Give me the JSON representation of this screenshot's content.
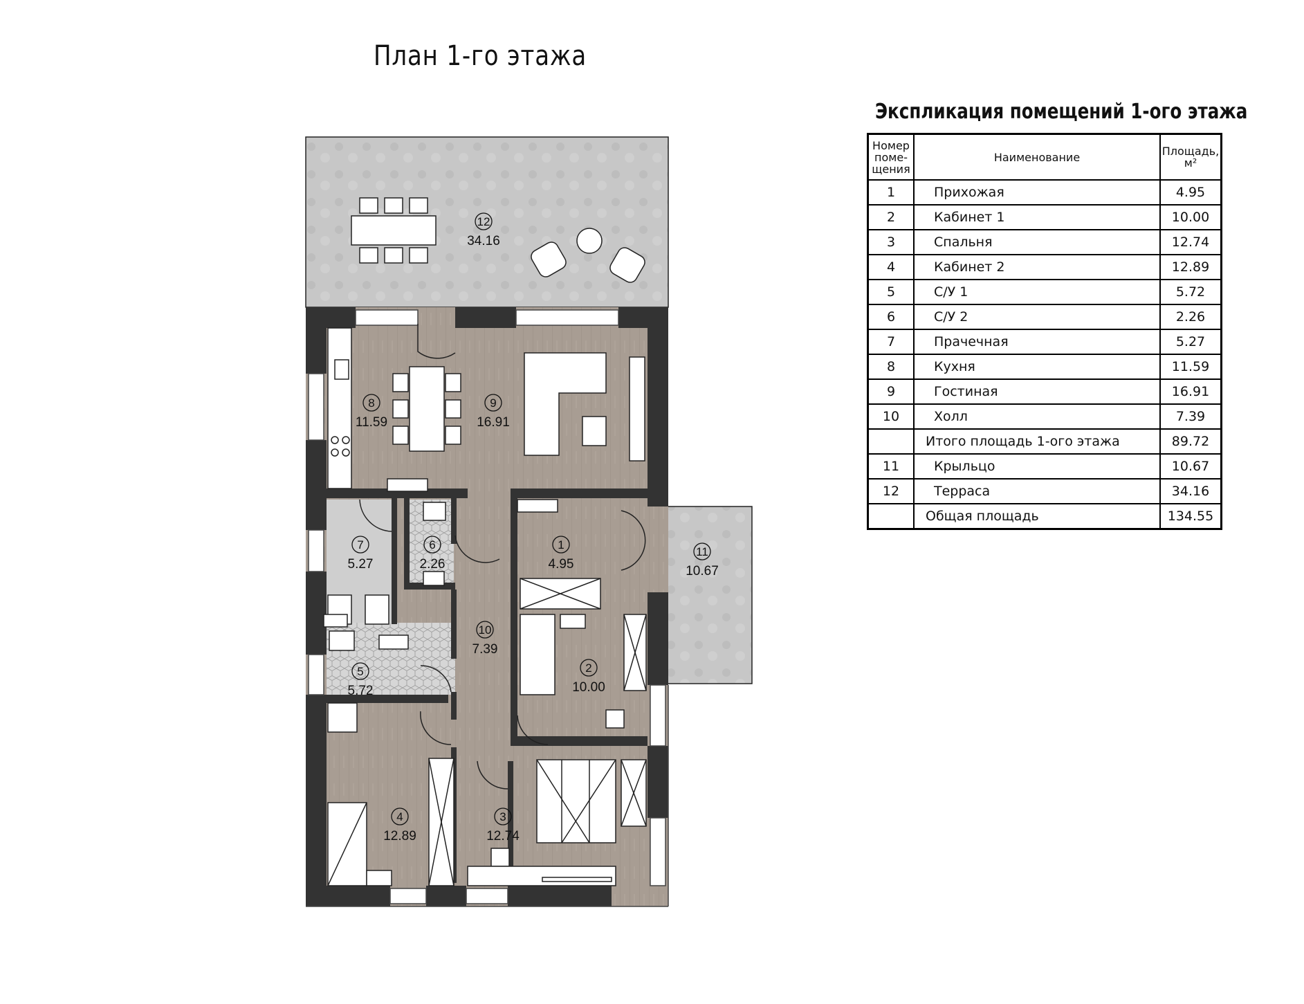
{
  "plan": {
    "title": "План 1-го этажа",
    "rooms": [
      {
        "num": "12",
        "area": "34.16"
      },
      {
        "num": "8",
        "area": "11.59"
      },
      {
        "num": "9",
        "area": "16.91"
      },
      {
        "num": "7",
        "area": "5.27"
      },
      {
        "num": "6",
        "area": "2.26"
      },
      {
        "num": "1",
        "area": "4.95"
      },
      {
        "num": "11",
        "area": "10.67"
      },
      {
        "num": "10",
        "area": "7.39"
      },
      {
        "num": "2",
        "area": "10.00"
      },
      {
        "num": "5",
        "area": "5.72"
      },
      {
        "num": "4",
        "area": "12.89"
      },
      {
        "num": "3",
        "area": "12.74"
      }
    ]
  },
  "explication": {
    "title": "Экспликация помещений 1-ого этажа",
    "headers": {
      "num": "Номер поме- щения",
      "name": "Наименование",
      "area": "Площадь, м²"
    },
    "rows": [
      {
        "num": "1",
        "name": "Прихожая",
        "area": "4.95"
      },
      {
        "num": "2",
        "name": "Кабинет 1",
        "area": "10.00"
      },
      {
        "num": "3",
        "name": "Спальня",
        "area": "12.74"
      },
      {
        "num": "4",
        "name": "Кабинет 2",
        "area": "12.89"
      },
      {
        "num": "5",
        "name": "С/У 1",
        "area": "5.72"
      },
      {
        "num": "6",
        "name": "С/У 2",
        "area": "2.26"
      },
      {
        "num": "7",
        "name": "Прачечная",
        "area": "5.27"
      },
      {
        "num": "8",
        "name": "Кухня",
        "area": "11.59"
      },
      {
        "num": "9",
        "name": "Гостиная",
        "area": "16.91"
      },
      {
        "num": "10",
        "name": "Холл",
        "area": "7.39"
      },
      {
        "num": "",
        "name": "Итого площадь 1-ого этажа",
        "area": "89.72"
      },
      {
        "num": "11",
        "name": "Крыльцо",
        "area": "10.67"
      },
      {
        "num": "12",
        "name": "Терраса",
        "area": "34.16"
      },
      {
        "num": "",
        "name": "Общая площадь",
        "area": "134.55"
      }
    ]
  },
  "colors": {
    "wall": "#333333",
    "floor_wood": "#a89d93",
    "floor_tile": "#d4d4d4",
    "terrace": "#c8c8c8"
  }
}
